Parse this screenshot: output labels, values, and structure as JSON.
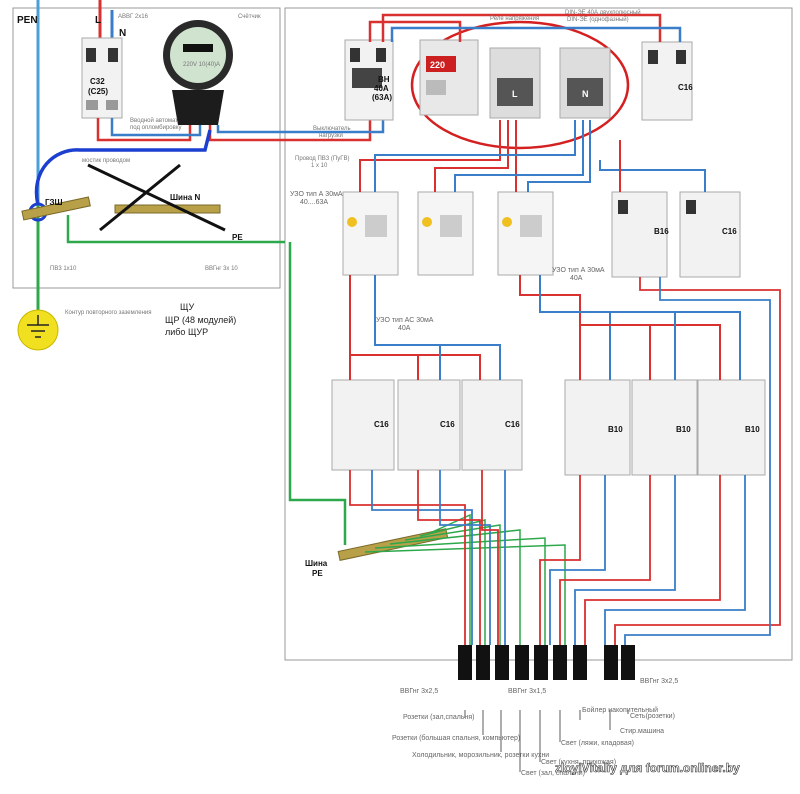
{
  "top_labels": {
    "pen": "PEN",
    "l": "L",
    "n": "N",
    "cable_in": "АВВГ 2х16",
    "meter_box": "Счётчик",
    "meter_face": "220V 10(40)A"
  },
  "meter_panel": {
    "breaker_rating": "C32",
    "breaker_sub": "(C25)",
    "breaker_note_1": "Вводной автомат",
    "breaker_note_2": "под опломбировку",
    "n_label": "Шина N",
    "pe_label": "PE",
    "gsh_label": "ГЗШ",
    "bridge_label": "мостик проводом",
    "cable_pe": "ПВ3 1х10",
    "cable_bottom": "ВВГнг 3х 10",
    "ground_note": "Контур повторного заземления",
    "box_title": "ЩУ",
    "cabinet_title_1": "ЩР (48 модулей)",
    "cabinet_title_2": "либо ЩУР"
  },
  "main_switch": {
    "rating": "ВН",
    "amps": "40А",
    "amps_alt": "(63А)",
    "note_1": "Выключатель",
    "note_2": "нагрузки"
  },
  "relay": {
    "display": "220",
    "label_1": "Реле напряжения",
    "label_2": "DIN-ЭЕ 40А двухполюсный",
    "label_3": "DIN-ЭЕ (однофазный)",
    "l_mark": "L",
    "n_mark": "N"
  },
  "upper_right": {
    "c16": "C16"
  },
  "cable_mid": {
    "note_1": "Провод ПВЗ (ПуГВ)",
    "note_2": "1 х 10"
  },
  "uzo": {
    "left_1": "УЗО тип А 30мА",
    "left_2": "40....63А",
    "mid_1": "УЗО тип АС 30мА",
    "mid_2": "40А",
    "right_1": "УЗО тип А 30мА",
    "right_2": "40А"
  },
  "breakers_right": {
    "b16": "B16",
    "c16": "C16"
  },
  "breakers_bottom": [
    "C16",
    "C16",
    "C16",
    "B10",
    "B10",
    "B10"
  ],
  "pe_bus": {
    "line1": "Шина",
    "line2": "PE"
  },
  "cables": {
    "a": "ВВГнг 3х2,5",
    "b": "ВВГнг 3х1,5",
    "c": "ВВГнг 3х2,5"
  },
  "circuits": [
    "Розетки (зал,спальня)",
    "Розетки (большая спальня, компьютер)",
    "Холодильник, морозильник, розетки кухни",
    "Свет (зал, спальни)",
    "Свет (кухня, прихожая)",
    "Свет (ляжи, кладовая)",
    "Бойлер накопительный",
    "Стир.машина",
    "Сеть(розетки)"
  ],
  "watermark": "zloyiVitaliy для forum.onliner.by"
}
